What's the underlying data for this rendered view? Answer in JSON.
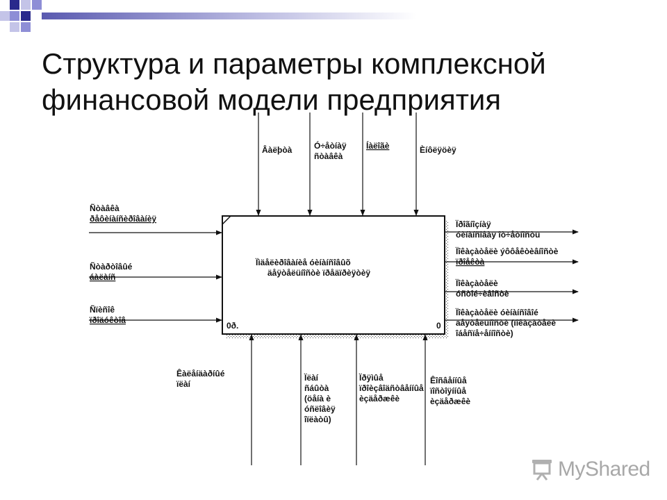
{
  "title": {
    "line1": "Структура и параметры комплексной",
    "line2": "финансовой модели предприятия"
  },
  "box": {
    "label_line1": "Ïìäåëèðîâàíèå óèíàíñîâûõ",
    "label_line2": "äåÿòåëüíîñòè ïðåäïðèÿòèÿ",
    "node_id": "0ð.",
    "number": "0"
  },
  "controls": [
    {
      "lines": [
        "Âàëþòà"
      ]
    },
    {
      "lines": [
        "Ó÷åòíàÿ",
        "ñòàâêà"
      ]
    },
    {
      "lines": [
        "Íàëîãè"
      ]
    },
    {
      "lines": [
        "Èíôëÿöèÿ"
      ]
    }
  ],
  "inputs": [
    {
      "lines": [
        "Ñòàâêà",
        "ðåôèíàíñèðîâàíèÿ"
      ]
    },
    {
      "lines": [
        "Ñòàðòîâûé",
        "áàëàíñ"
      ]
    },
    {
      "lines": [
        "Ñïèñîê",
        "ïðîäóêòîâ"
      ]
    }
  ],
  "outputs": [
    {
      "lines": [
        "Ïðîãíîçíàÿ",
        "óèíàíñîâàÿ îò÷åòíîñòü"
      ]
    },
    {
      "lines": [
        "Ïîêàçàòåëè ýôôåêòèâíîñòè",
        "ïðîåêòà"
      ]
    },
    {
      "lines": [
        "Ïîêàçàòåëè",
        "óñòîé÷èâîñòè"
      ]
    },
    {
      "lines": [
        "Ïîêàçàòåëè óèíàíñîâîé",
        "äåÿòåëüíîñòè (ïîêàçàòåëè",
        "îáåñïå÷åííîñòè)"
      ]
    }
  ],
  "mechanisms": [
    {
      "lines": [
        "Êàëåíäàðíûé",
        "ïëàí"
      ]
    },
    {
      "lines": [
        "Ïëàí",
        "ñáûòà",
        "(öåíà è",
        "óñëîâèÿ",
        "îïëàòû)"
      ]
    },
    {
      "lines": [
        "Ïðÿìûå",
        "ïðîèçâîäñòâåííûå",
        "èçäåðæêè"
      ]
    },
    {
      "lines": [
        "Êîñâåííûå",
        "ïîñòîÿííûå",
        "èçäåðæêè"
      ]
    }
  ],
  "watermark": {
    "text": "MyShared"
  },
  "colors": {
    "deco_dark": "#2a2a8c",
    "deco_mid": "#8e8ed6",
    "deco_light": "#c4c4e8",
    "deco_bar": "#6a6ab8"
  }
}
